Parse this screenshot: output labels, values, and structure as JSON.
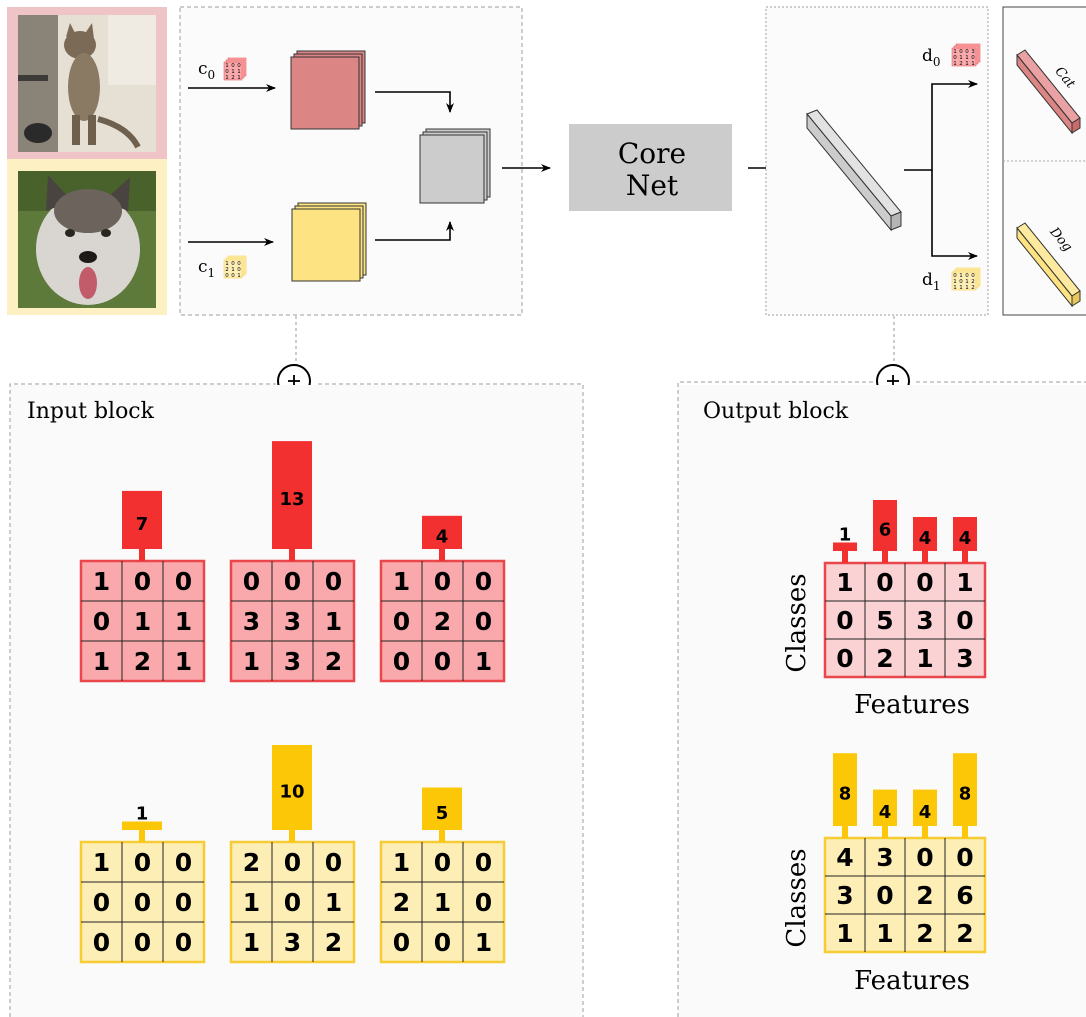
{
  "top": {
    "c0": {
      "letter": "c",
      "sub": "0"
    },
    "c1": {
      "letter": "c",
      "sub": "1"
    },
    "core_net": [
      "Core",
      "Net"
    ],
    "d0": {
      "letter": "d",
      "sub": "0"
    },
    "d1": {
      "letter": "d",
      "sub": "1"
    },
    "mini_c0": [
      [
        1,
        0,
        0
      ],
      [
        0,
        1,
        1
      ],
      [
        1,
        2,
        1
      ]
    ],
    "mini_c1": [
      [
        1,
        0,
        0
      ],
      [
        2,
        1,
        0
      ],
      [
        0,
        0,
        1
      ]
    ],
    "mini_d0": [
      [
        1,
        0,
        0,
        3
      ],
      [
        0,
        1,
        1,
        0
      ],
      [
        1,
        2,
        1,
        1
      ]
    ],
    "mini_d1": [
      [
        0,
        1,
        0,
        0
      ],
      [
        1,
        0,
        1,
        2
      ],
      [
        1,
        1,
        1,
        2
      ]
    ],
    "outputs": [
      "Cat",
      "Dog"
    ]
  },
  "input_block": {
    "title": "Input block",
    "red": [
      {
        "count": 7,
        "matrix": [
          [
            1,
            0,
            0
          ],
          [
            0,
            1,
            1
          ],
          [
            1,
            2,
            1
          ]
        ]
      },
      {
        "count": 13,
        "matrix": [
          [
            0,
            0,
            0
          ],
          [
            3,
            3,
            1
          ],
          [
            1,
            3,
            2
          ]
        ]
      },
      {
        "count": 4,
        "matrix": [
          [
            1,
            0,
            0
          ],
          [
            0,
            2,
            0
          ],
          [
            0,
            0,
            1
          ]
        ]
      }
    ],
    "yellow": [
      {
        "count": 1,
        "matrix": [
          [
            1,
            0,
            0
          ],
          [
            0,
            0,
            0
          ],
          [
            0,
            0,
            0
          ]
        ]
      },
      {
        "count": 10,
        "matrix": [
          [
            2,
            0,
            0
          ],
          [
            1,
            0,
            1
          ],
          [
            1,
            3,
            2
          ]
        ]
      },
      {
        "count": 5,
        "matrix": [
          [
            1,
            0,
            0
          ],
          [
            2,
            1,
            0
          ],
          [
            0,
            0,
            1
          ]
        ]
      }
    ]
  },
  "output_block": {
    "title": "Output block",
    "red": {
      "col_sums": [
        1,
        6,
        4,
        4
      ],
      "matrix": [
        [
          1,
          0,
          0,
          1
        ],
        [
          0,
          5,
          3,
          0
        ],
        [
          0,
          2,
          1,
          3
        ]
      ]
    },
    "yellow": {
      "col_sums": [
        8,
        4,
        4,
        8
      ],
      "matrix": [
        [
          4,
          3,
          0,
          0
        ],
        [
          3,
          0,
          2,
          6
        ],
        [
          1,
          1,
          2,
          2
        ]
      ]
    },
    "ylabel": "Classes",
    "xlabel": "Features"
  },
  "colors": {
    "red": "#f23030",
    "red_fill": "#f9a9ab",
    "red_light": "#fbd2d3",
    "red_border": "#e9474c",
    "yellow": "#fbc707",
    "yellow_fill": "#fdeeb6",
    "yellow_border": "#f6cc34",
    "cube_red": "#dc8585",
    "cube_yellow": "#fde381",
    "cube_gray": "#cccccc",
    "core_gray": "#cccccc",
    "photo_cat_frame": "#eec4c6",
    "photo_dog_frame": "#fdf0c2"
  },
  "icons": [
    "zoom-in-magnifier-icon",
    "cat-photo",
    "dog-photo"
  ]
}
